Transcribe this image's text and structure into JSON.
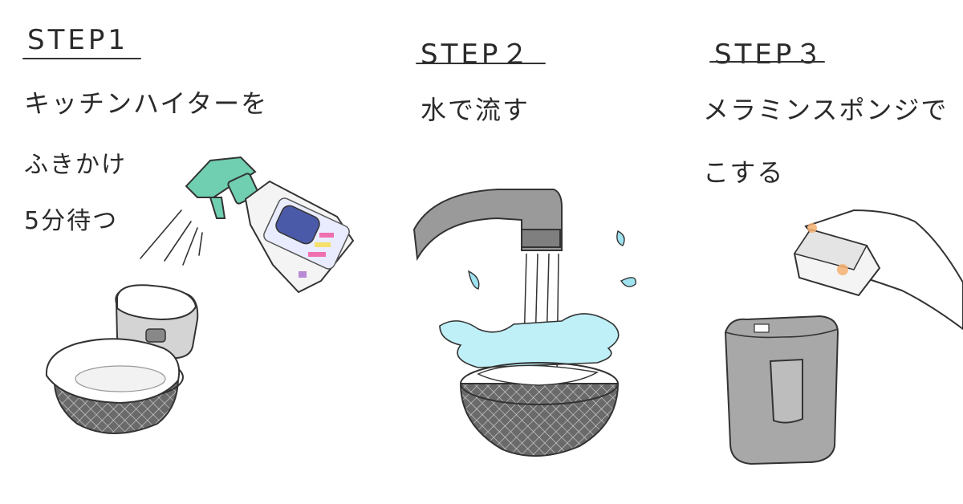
{
  "steps": [
    {
      "title": "STEP1",
      "lines": [
        "キッチンハイターを",
        "ふきかけ",
        "5分待つ"
      ]
    },
    {
      "title": "STEP２",
      "lines": [
        "水で流す"
      ]
    },
    {
      "title": "STEP３",
      "lines": [
        "メラミンスポンジで",
        "こする"
      ]
    }
  ],
  "colors": {
    "bottle_cap": "#6fcfb0",
    "label_blue": "#4b5aa8",
    "water": "#9fe3f0",
    "faucet": "#9a9a9a",
    "sponge_accent": "#f5b070"
  }
}
